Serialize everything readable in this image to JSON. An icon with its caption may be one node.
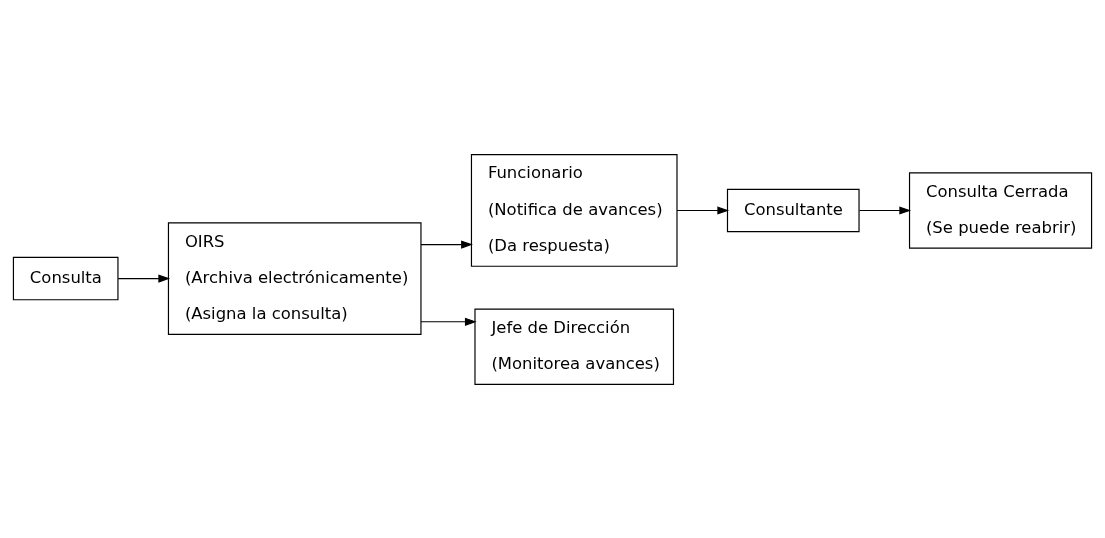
{
  "diagram": {
    "nodes": [
      {
        "text": [
          "Consulta"
        ]
      },
      {
        "text": [
          "OIRS",
          "(Archiva electrónicamente)",
          "(Asigna la consulta)"
        ]
      },
      {
        "text": [
          "Funcionario",
          "(Notifica de avances)",
          "(Da respuesta)"
        ]
      },
      {
        "text": [
          "Jefe de Dirección",
          "(Monitorea avances)"
        ]
      },
      {
        "text": [
          "Consultante"
        ]
      },
      {
        "text": [
          "Consulta Cerrada",
          "(Se puede reabrir)"
        ]
      }
    ],
    "edges": [
      {
        "from": 0,
        "to": 1,
        "arrow": "to"
      },
      {
        "from": 1,
        "to": 2,
        "arrow": "to"
      },
      {
        "from": 1,
        "to": 3,
        "arrow": "to"
      },
      {
        "from": 2,
        "to": 4,
        "arrow": "to"
      },
      {
        "from": 4,
        "to": 5,
        "arrow": "to"
      }
    ]
  }
}
